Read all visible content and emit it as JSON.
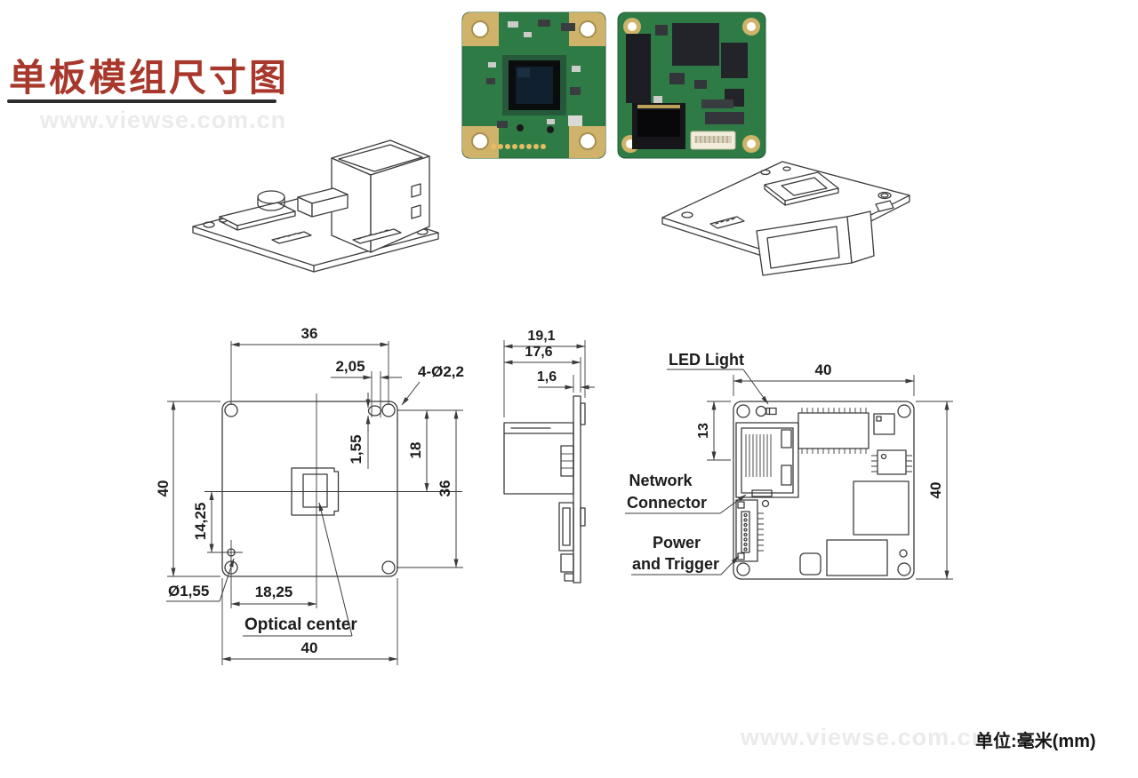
{
  "header": {
    "title": "单板模组尺寸图",
    "watermark": "www.viewse.com.cn"
  },
  "footer": {
    "watermark": "www.viewse.com.cn",
    "unit_label": "单位:毫米(mm)"
  },
  "colors": {
    "title_red": "#a8382b",
    "drawing_line": "#3b3b3b",
    "pcb_green": "#2e7b46",
    "pad_gold": "#cfb36a"
  },
  "front_view": {
    "hole_span_h": "36",
    "led_offset_h": "2,05",
    "mount_holes": "4-Ø2,2",
    "board_height": "40",
    "center_to_pilot": "14,25",
    "led_offset_v": "1,55",
    "top_to_center": "18",
    "hole_span_v": "36",
    "pilot_to_center": "18,25",
    "pilot_hole": "Ø1,55",
    "optical_center": "Optical center",
    "board_width": "40"
  },
  "side_view": {
    "total_depth": "19,1",
    "module_depth": "17,6",
    "pcb_thickness": "1,6"
  },
  "back_view": {
    "led_label": "LED Light",
    "board_width": "40",
    "led_row_offset": "13",
    "network_label_1": "Network",
    "network_label_2": "Connector",
    "power_label_1": "Power",
    "power_label_2": "and Trigger",
    "board_height": "40"
  }
}
